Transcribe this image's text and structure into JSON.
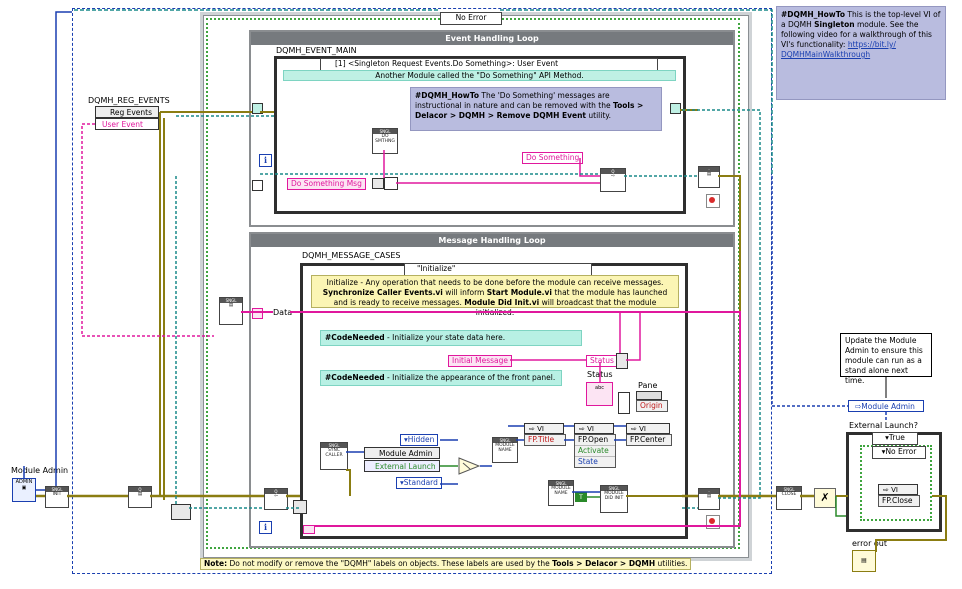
{
  "top_case_selector": "No Error",
  "event_loop": {
    "title": "Event Handling Loop",
    "label": "DQMH_EVENT_MAIN",
    "event_selector": "[1] <Singleton Request Events.Do Something>: User Event",
    "banner": "Another Module called the \"Do Something\" API Method.",
    "howto_prefix": "#DQMH_HowTo",
    "howto_1": " The 'Do Something' messages are instructional in nature and can be removed with the ",
    "howto_path": "Tools > Delacor > DQMH > Remove DQMH Event",
    "howto_2": " utility.",
    "do_something_const": "Do Something",
    "do_something_msg": "Do Something Msg",
    "vi_do_something": "DO SMTHNG"
  },
  "message_loop": {
    "title": "Message Handling Loop",
    "label": "DQMH_MESSAGE_CASES",
    "case_selector": "\"Initialize\"",
    "init_comment_1": "Initialize - Any operation that needs to be done before the module can receive messages. ",
    "init_bold_1": "Synchronize Caller Events.vi",
    "init_comment_2": " will inform ",
    "init_bold_2": "Start Module.vi",
    "init_comment_3": " that the module has launched and is ready to receive messages. ",
    "init_bold_3": "Module Did Init.vi",
    "init_comment_4": " will broadcast that the module initialized.",
    "codeneeded_prefix": "#CodeNeeded",
    "codeneeded_state": " - Initialize your state data here.",
    "codeneeded_fp": " - Initialize the appearance of the front panel.",
    "data_label": "Data",
    "initial_message": "Initial Message",
    "status": "Status",
    "status_label": "Status",
    "pane_label": "Pane",
    "origin": "Origin",
    "hidden": "Hidden",
    "module_admin_node": "Module Admin",
    "external_launch": "External Launch",
    "standard": "Standard",
    "fp_title": "FP.Title",
    "fp_open": "FP.Open",
    "activate": "Activate",
    "state": "State",
    "fp_center": "FP.Center",
    "vi_label": "VI"
  },
  "left": {
    "reg_label": "DQMH_REG_EVENTS",
    "reg_events": "Reg Events",
    "user_event": "User Event",
    "module_admin_label": "Module Admin"
  },
  "right": {
    "howto_prefix": "#DQMH_HowTo",
    "howto_1": " This is the top-level VI of a DQMH ",
    "howto_bold": "Singleton",
    "howto_2": " module. See the following video for a walkthrough of this VI's functionality: ",
    "link_1": "https://bit.ly/",
    "link_2": "DQMHMainWalkthrough",
    "update_comment": "Update the Module Admin to ensure this module can run as a stand alone next time.",
    "module_admin_prop": "Module Admin",
    "external_launch_label": "External Launch?",
    "true_selector": "True",
    "no_error_selector": "No Error",
    "fp_close": "FP.Close",
    "vi_label": "VI",
    "error_out": "error out"
  },
  "bottom_note": {
    "prefix": "Note:",
    "text_1": " Do not modify or remove the \"DQMH\" labels on objects. These labels are used by the ",
    "path": "Tools > Delacor > DQMH",
    "text_2": " utilities."
  },
  "colors": {
    "wire_error": "#8b7d12",
    "wire_cluster": "#e0189d",
    "wire_ref": "#1a8a8a",
    "wire_blue": "#1a3fb0",
    "loop_title_bg": "#767a7e",
    "comment_blue": "#b9bcdf",
    "comment_green": "#b8f0e4",
    "comment_yellow": "#fbf5b4"
  }
}
